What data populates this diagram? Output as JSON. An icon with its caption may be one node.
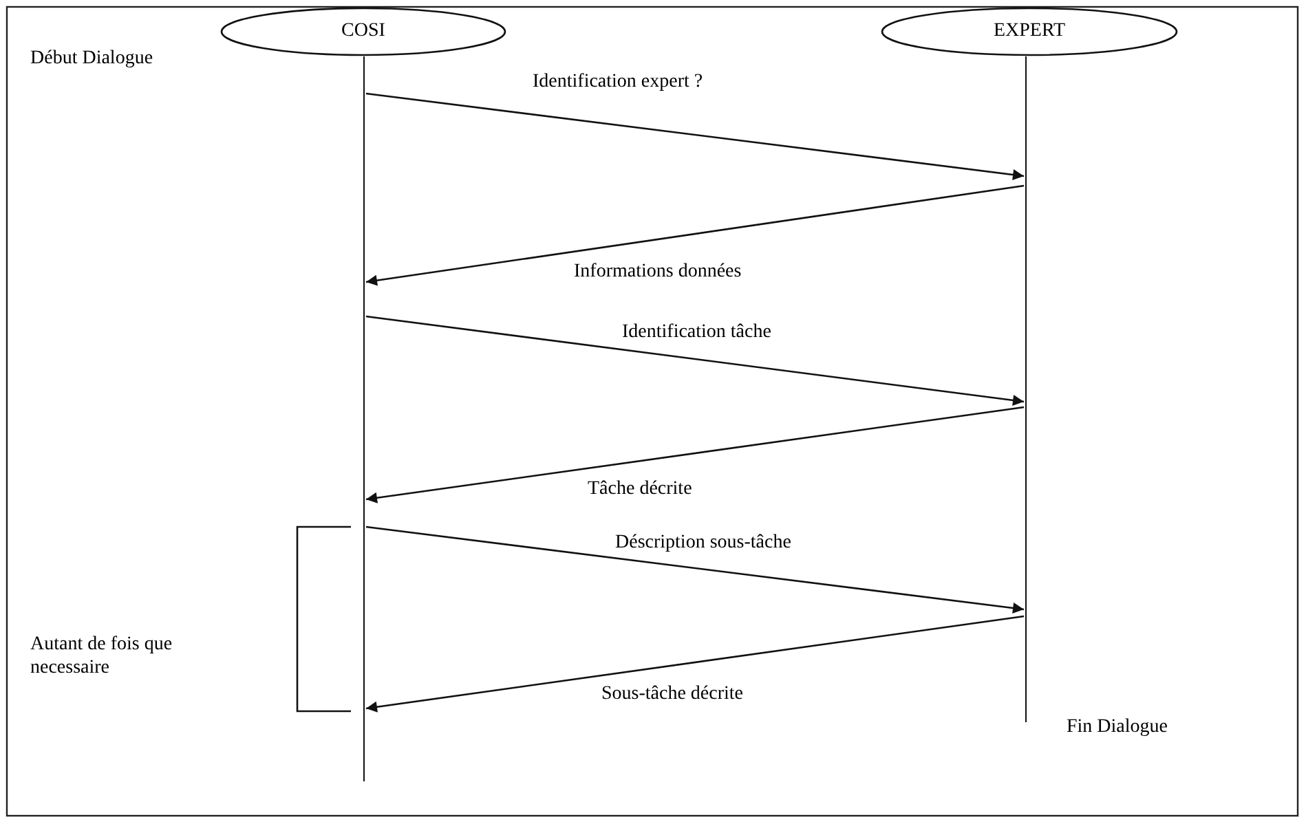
{
  "diagram": {
    "nodes": [
      {
        "text": [
          "COSI"
        ]
      },
      {
        "text": [
          "EXPERT"
        ]
      },
      {
        "text": [],
        "shape": "bar"
      },
      {
        "text": [],
        "shape": "bar"
      }
    ],
    "edges": [
      {
        "from": 2,
        "to": 3,
        "arrow": "to",
        "label": "Identification expert ?"
      },
      {
        "from": 3,
        "to": 2,
        "arrow": "to",
        "label": "Informations données"
      },
      {
        "from": 2,
        "to": 3,
        "arrow": "to",
        "label": "Identification tâche"
      },
      {
        "from": 3,
        "to": 2,
        "arrow": "to",
        "label": "Tâche décrite"
      },
      {
        "from": 2,
        "to": 3,
        "arrow": "to",
        "label": "Déscription sous-tâche"
      },
      {
        "from": 3,
        "to": 2,
        "arrow": "to",
        "label": "Sous-tâche décrite"
      }
    ],
    "labels": [
      "Début Dialogue",
      "Autant de fois que necessaire",
      "Fin Dialogue"
    ]
  }
}
